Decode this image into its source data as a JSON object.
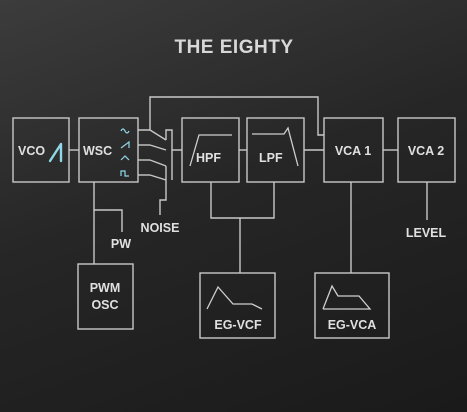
{
  "title": "THE EIGHTY",
  "blocks": {
    "vco": "VCO",
    "wsc": "WSC",
    "hpf": "HPF",
    "lpf": "LPF",
    "vca1": "VCA 1",
    "vca2": "VCA 2",
    "pwm_line1": "PWM",
    "pwm_line2": "OSC",
    "eg_vcf": "EG-VCF",
    "eg_vca": "EG-VCA"
  },
  "labels": {
    "pw": "PW",
    "noise": "NOISE",
    "level": "LEVEL"
  },
  "colors": {
    "background": "#262626",
    "line": "#c8c8c8",
    "text": "#e0e0e0",
    "accent": "#8fd8e8"
  },
  "icons": {
    "vco": "sawtooth-wave-icon",
    "wsc": "waveform-selector-switch-icons",
    "hpf": "high-pass-curve-icon",
    "lpf": "low-pass-curve-icon",
    "eg_vcf": "adsr-envelope-icon",
    "eg_vca": "adsr-envelope-icon"
  }
}
